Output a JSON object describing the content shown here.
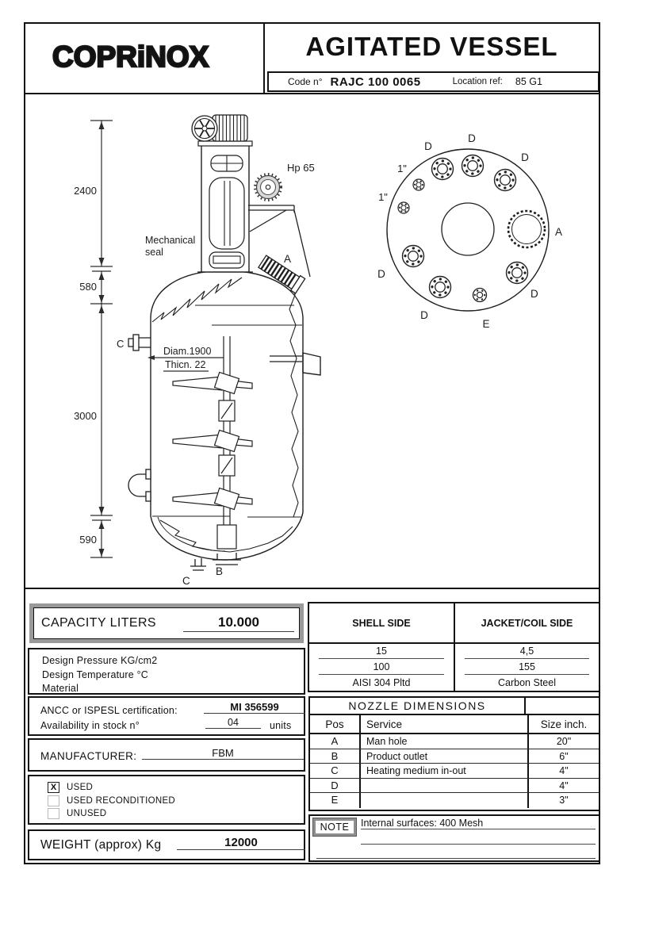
{
  "colors": {
    "line": "#222222",
    "frame_gray": "#9a9a9a",
    "note_gray": "#8f8f8f",
    "gear_fill": "#d9d9d9"
  },
  "header": {
    "logo": "COPRiNOX",
    "title": "AGITATED VESSEL",
    "code_label": "Code n°",
    "code_value": "RAJC 100 0065",
    "location_label": "Location ref:",
    "location_value": "85 G1"
  },
  "drawing": {
    "dims": {
      "d2400": "2400",
      "d580": "580",
      "d3000": "3000",
      "d590": "590"
    },
    "labels": {
      "hp": "Hp 65",
      "seal1": "Mechanical",
      "seal2": "seal",
      "a": "A",
      "c_side": "C",
      "diam": "Diam.1900",
      "thickness": "Thicn. 22",
      "b": "B",
      "c_bottom": "C"
    },
    "top_view": {
      "d_top": "D",
      "d_top_left": "D",
      "d_top_right": "D",
      "one_inch_a": "1\"",
      "one_inch_b": "1\"",
      "a": "A",
      "d_left": "D",
      "d_bottom_left": "D",
      "d_bottom_right": "D",
      "e": "E"
    }
  },
  "capacity": {
    "label": "CAPACITY LITERS",
    "value": "10.000"
  },
  "design": {
    "row_labels": [
      "Design  Pressure  KG/cm2",
      "Design  Temperature   °C",
      "Material"
    ],
    "shell_header": "SHELL SIDE",
    "jacket_header": "JACKET/COIL SIDE",
    "shell_values": [
      "15",
      "100",
      "AISI  304 Pltd"
    ],
    "jacket_values": [
      "4,5",
      "155",
      "Carbon Steel"
    ]
  },
  "certification": {
    "label": "ANCC  or  ISPESL certification:",
    "value": "MI 356599",
    "stock_label": "Availability in stock n°",
    "stock_value": "04",
    "stock_units": "units"
  },
  "manufacturer": {
    "label": "MANUFACTURER:",
    "value": "FBM"
  },
  "condition": {
    "options": [
      {
        "label": "USED",
        "mark": "X",
        "checked": true
      },
      {
        "label": "USED RECONDITIONED",
        "mark": "",
        "checked": false
      },
      {
        "label": "UNUSED",
        "mark": "",
        "checked": false
      }
    ]
  },
  "weight": {
    "label": "WEIGHT (approx) Kg",
    "value": "12000"
  },
  "nozzles": {
    "title": "NOZZLE  DIMENSIONS",
    "headers": {
      "pos": "Pos",
      "service": "Service",
      "size": "Size inch."
    },
    "rows": [
      {
        "pos": "A",
        "service": "Man hole",
        "size": "20\""
      },
      {
        "pos": "B",
        "service": "Product outlet",
        "size": "6\""
      },
      {
        "pos": "C",
        "service": "Heating medium in-out",
        "size": "4\""
      },
      {
        "pos": "D",
        "service": "",
        "size": "4\""
      },
      {
        "pos": "E",
        "service": "",
        "size": "3\""
      }
    ]
  },
  "note": {
    "label": "NOTE",
    "line1": "Internal surfaces: 400 Mesh"
  }
}
